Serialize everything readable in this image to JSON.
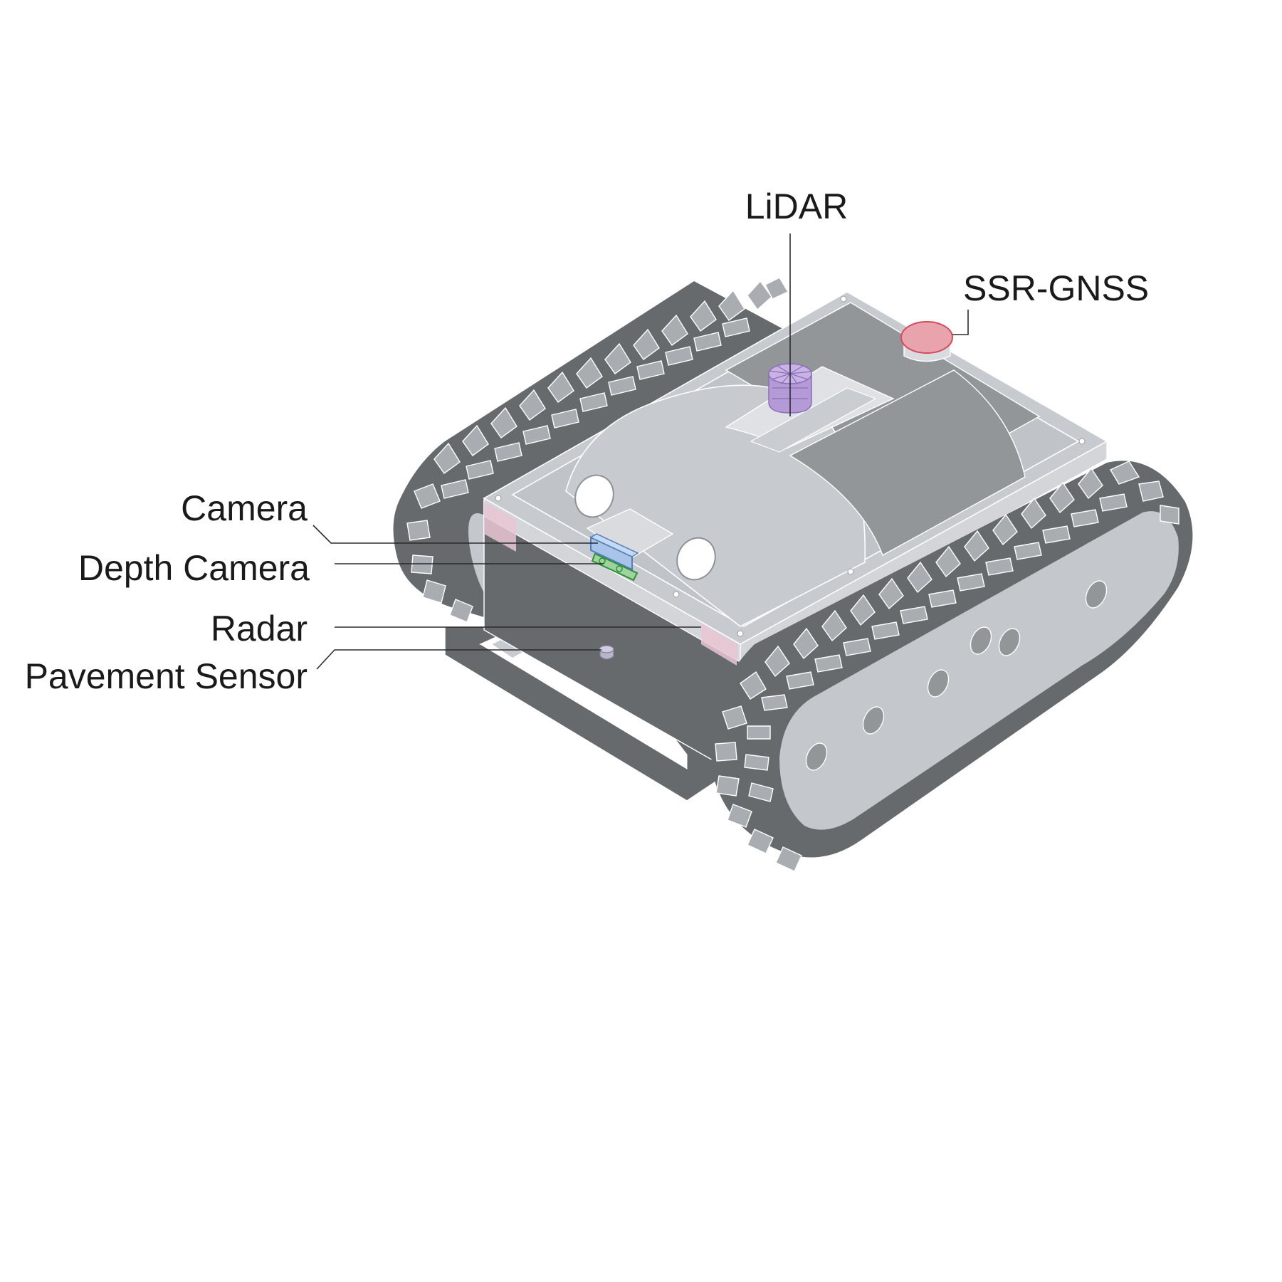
{
  "labels": {
    "lidar": "LiDAR",
    "ssr_gnss": "SSR-GNSS",
    "camera": "Camera",
    "depth_camera": "Depth Camera",
    "radar": "Radar",
    "pavement_sensor": "Pavement Sensor"
  },
  "colors": {
    "lidar": "#b49ad6",
    "ssr_gnss": "#e8a3ad",
    "camera": "#a9c4e8",
    "depth_camera": "#9ed39e",
    "radar": "#e9c6d3",
    "pavement_sensor": "#b9b6cc",
    "chassis_light": "#c7cacf",
    "chassis_mid": "#939699",
    "chassis_dark": "#666a6d"
  }
}
